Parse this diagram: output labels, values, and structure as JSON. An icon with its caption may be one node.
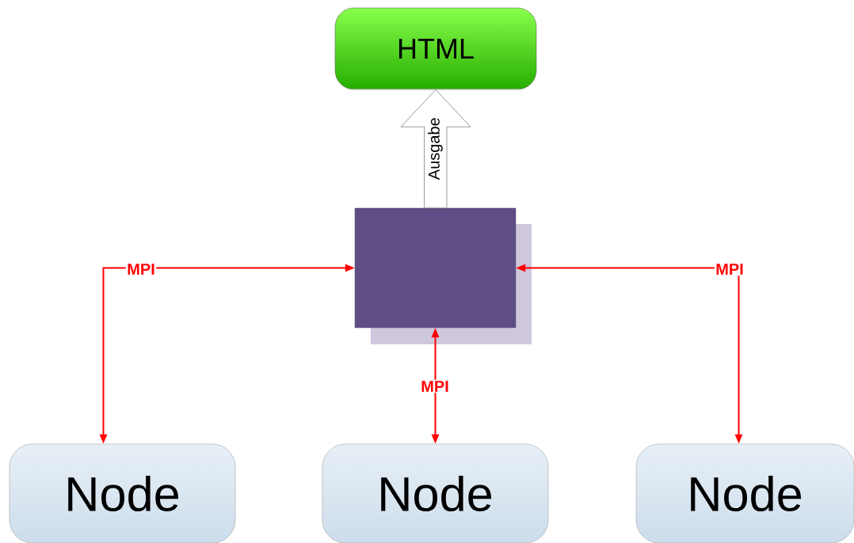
{
  "diagram": {
    "nodes": [
      {
        "text": [
          "HTML"
        ]
      },
      {
        "text": [],
        "shape": "box"
      },
      {
        "text": [
          "Node"
        ]
      },
      {
        "text": [
          "Node"
        ]
      },
      {
        "text": [
          "Node"
        ]
      }
    ],
    "edges": [
      {
        "from": 1,
        "to": 0,
        "arrow": "to",
        "label": "Ausgabe",
        "style": "thick",
        "color": "#808080"
      },
      {
        "from": 1,
        "to": 2,
        "arrow": "both",
        "label": "MPI",
        "color": "#ff0000"
      },
      {
        "from": 1,
        "to": 3,
        "arrow": "both",
        "label": "MPI",
        "color": "#ff0000"
      },
      {
        "from": 1,
        "to": 4,
        "arrow": "both",
        "label": "MPI",
        "color": "#ff0000"
      }
    ]
  }
}
